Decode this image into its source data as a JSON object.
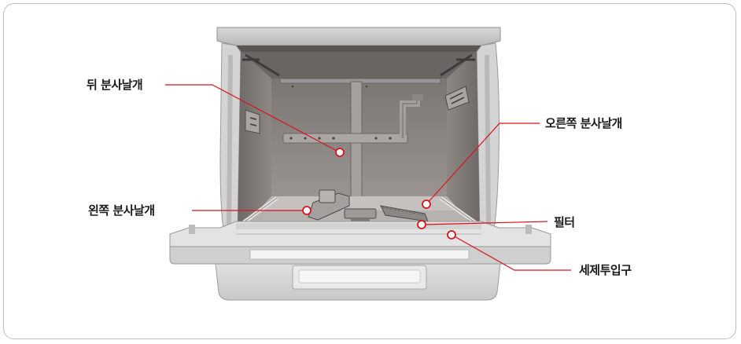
{
  "labels": {
    "rear_spray_arm": "뒤 분사날개",
    "right_spray_arm": "오른쪽 분사날개",
    "left_spray_arm": "왼쪽 분사날개",
    "filter": "필터",
    "detergent_inlet": "세제투입구"
  },
  "colors": {
    "leader_line": "#d7141c",
    "marker_fill": "#ffffff",
    "interior_wall": "#8d8784",
    "body": "#d9d9d9",
    "frame_border": "#bdbdbd"
  }
}
